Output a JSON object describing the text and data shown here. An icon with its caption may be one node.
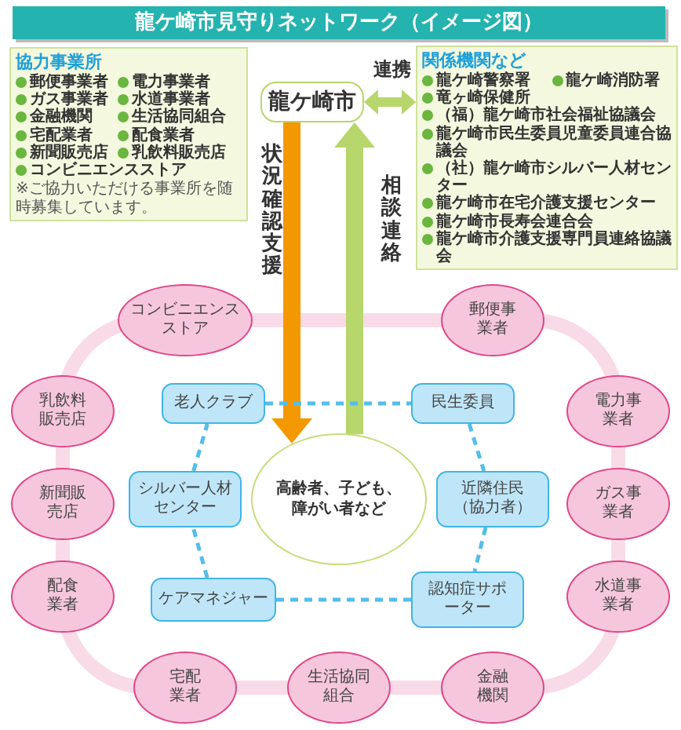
{
  "diagram": {
    "title": "龍ケ崎市見守りネットワーク（イメージ図）",
    "nodes": [
      {
        "text": [
          "協力事業所",
          "郵便事業者",
          "電力事業者",
          "ガス事業者",
          "水道事業者",
          "金融機関",
          "生活協同組合",
          "宅配業者",
          "配食業者",
          "新聞販売店",
          "乳飲料販売店",
          "コンビニエンスストア",
          "※ご協力いただける事業所を随時募集しています。"
        ]
      },
      {
        "text": [
          "龍ケ崎市"
        ]
      },
      {
        "text": [
          "関係機関など",
          "龍ケ崎警察署",
          "龍ケ崎消防署",
          "竜ヶ崎保健所",
          "（福）龍ケ崎市社会福祉協議会",
          "龍ケ崎市民生委員児童委員連合協議会",
          "（社）龍ケ崎市シルバー人材センター",
          "龍ケ崎市在宅介護支援センター",
          "龍ケ崎市長寿会連合会",
          "龍ケ崎市介護支援専門員連絡協議会"
        ]
      },
      {
        "text": [
          "コンビニエンスストア"
        ]
      },
      {
        "text": [
          "郵便事業者"
        ]
      },
      {
        "text": [
          "乳飲料販売店"
        ]
      },
      {
        "text": [
          "老人クラブ"
        ]
      },
      {
        "text": [
          "民生委員"
        ]
      },
      {
        "text": [
          "電力事業者"
        ]
      },
      {
        "text": [
          "新聞販売店"
        ]
      },
      {
        "text": [
          "シルバー人材センター"
        ]
      },
      {
        "text": [
          "高齢者、子ども、障がい者など"
        ]
      },
      {
        "text": [
          "近隣住民（協力者）"
        ]
      },
      {
        "text": [
          "ガス事業者"
        ]
      },
      {
        "text": [
          "配食業者"
        ]
      },
      {
        "text": [
          "ケアマネジャー"
        ]
      },
      {
        "text": [
          "認知症サポーター"
        ]
      },
      {
        "text": [
          "水道事業者"
        ]
      },
      {
        "text": [
          "宅配業者"
        ]
      },
      {
        "text": [
          "生活協同組合"
        ]
      },
      {
        "text": [
          "金融機関"
        ]
      }
    ],
    "edges": [
      {
        "from": 1,
        "to": 2,
        "arrow": "both",
        "label": "連携",
        "style": "thick",
        "color": "#b7d66b"
      },
      {
        "from": 1,
        "to": 11,
        "arrow": "to",
        "label": "状況確認支援",
        "style": "thick",
        "color": "#f39800"
      },
      {
        "from": 11,
        "to": 1,
        "arrow": "to",
        "label": "相談連絡",
        "style": "thick",
        "color": "#b7d66b"
      },
      {
        "from": 6,
        "to": 7,
        "arrow": "none",
        "style": "dashed"
      },
      {
        "from": 7,
        "to": 12,
        "arrow": "none",
        "style": "dashed"
      },
      {
        "from": 12,
        "to": 16,
        "arrow": "none",
        "style": "dashed"
      },
      {
        "from": 16,
        "to": 15,
        "arrow": "none",
        "style": "dashed"
      },
      {
        "from": 15,
        "to": 10,
        "arrow": "none",
        "style": "dashed"
      },
      {
        "from": 10,
        "to": 6,
        "arrow": "none",
        "style": "dashed"
      }
    ]
  }
}
